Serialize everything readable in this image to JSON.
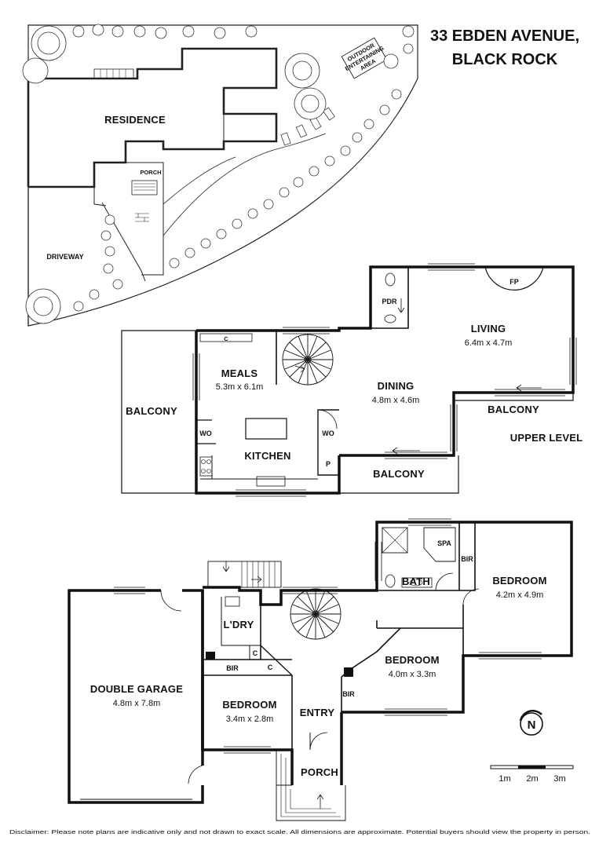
{
  "header": {
    "line1": "33 EBDEN AVENUE,",
    "line2": "BLACK ROCK"
  },
  "site_plan": {
    "residence": "RESIDENCE",
    "porch": "PORCH",
    "driveway": "DRIVEWAY",
    "outdoor_line1": "OUTDOOR",
    "outdoor_line2": "ENTERTAINING",
    "outdoor_line3": "AREA"
  },
  "upper_level": {
    "level_label": "UPPER LEVEL",
    "balcony_west": "BALCONY",
    "meals": {
      "name": "MEALS",
      "dims": "5.3m x 6.1m"
    },
    "kitchen": "KITCHEN",
    "wo_left": "WO",
    "wo_right": "WO",
    "pantry": "P",
    "cupboard": "C",
    "dining": {
      "name": "DINING",
      "dims": "4.8m x 4.6m"
    },
    "living": {
      "name": "LIVING",
      "dims": "6.4m x 4.7m"
    },
    "pdr": "PDR",
    "fireplace": "FP",
    "balcony_east": "BALCONY",
    "balcony_south": "BALCONY"
  },
  "lower_level": {
    "double_garage": {
      "name": "DOUBLE GARAGE",
      "dims": "4.8m x 7.8m"
    },
    "laundry": "L'DRY",
    "bir1": "BIR",
    "c1": "C",
    "c2": "C",
    "bedroom3": {
      "name": "BEDROOM",
      "dims": "3.4m x 2.8m"
    },
    "entry": "ENTRY",
    "porch": "PORCH",
    "bath": "BATH",
    "spa": "SPA",
    "bir2": "BIR",
    "bedroom1": {
      "name": "BEDROOM",
      "dims": "4.2m x 4.9m"
    },
    "bedroom2": {
      "name": "BEDROOM",
      "dims": "4.0m x 3.3m"
    },
    "bir3": "BIR"
  },
  "compass": {
    "letter": "N"
  },
  "scale": {
    "labels": [
      "1m",
      "2m",
      "3m"
    ]
  },
  "disclaimer": "Disclaimer: Please note plans are indicative only and not drawn to exact scale. All dimensions are approximate. Potential buyers should view the property in person."
}
